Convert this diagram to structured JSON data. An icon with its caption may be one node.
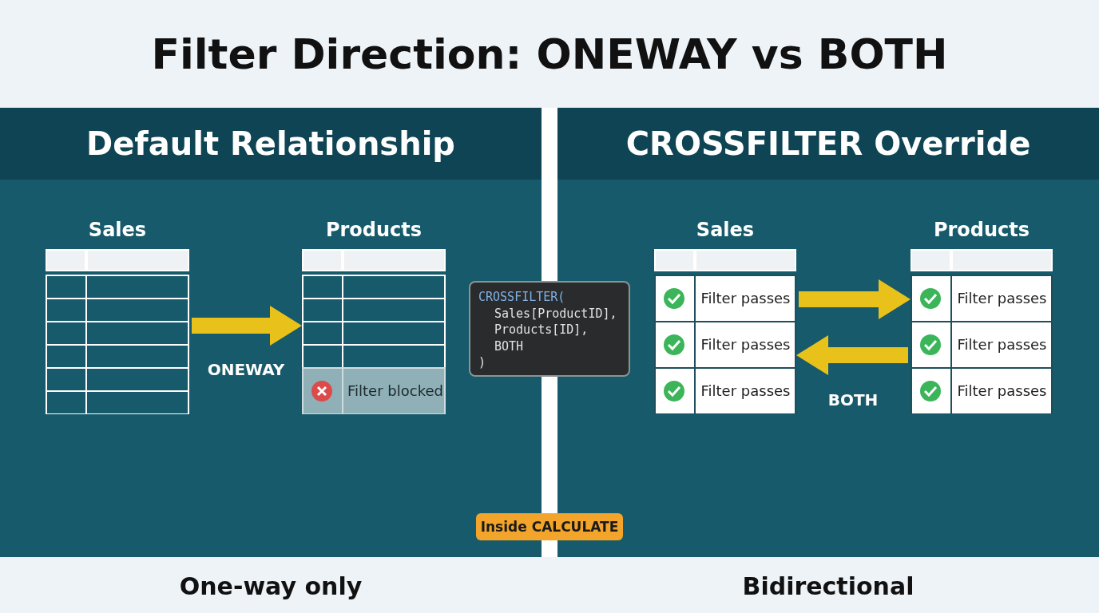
{
  "diagram": {
    "title": "Filter Direction: ONEWAY vs BOTH",
    "nodes": [
      {
        "text": [
          "Default Relationship"
        ]
      },
      {
        "text": [
          "Sales"
        ],
        "in": 0
      },
      {
        "text": [
          "Products",
          "Filter blocked"
        ],
        "in": 0
      },
      {
        "text": [
          "CROSSFILTER Override"
        ]
      },
      {
        "text": [
          "Sales",
          "Filter passes",
          "Filter passes",
          "Filter passes"
        ],
        "in": 3
      },
      {
        "text": [
          "Products",
          "Filter passes",
          "Filter passes",
          "Filter passes"
        ],
        "in": 3
      },
      {
        "text": [
          "CROSSFILTER(",
          "Sales[ProductID],",
          "Products[ID],",
          "BOTH",
          ")"
        ]
      },
      {
        "text": [
          "Inside CALCULATE"
        ]
      }
    ],
    "edges": [
      {
        "from": 1,
        "to": 2,
        "arrow": "to",
        "label": "ONEWAY"
      },
      {
        "from": 4,
        "to": 5,
        "arrow": "to"
      },
      {
        "from": 5,
        "to": 4,
        "arrow": "to",
        "label": "BOTH"
      }
    ],
    "labels": [
      "One-way only",
      "Bidirectional"
    ]
  }
}
